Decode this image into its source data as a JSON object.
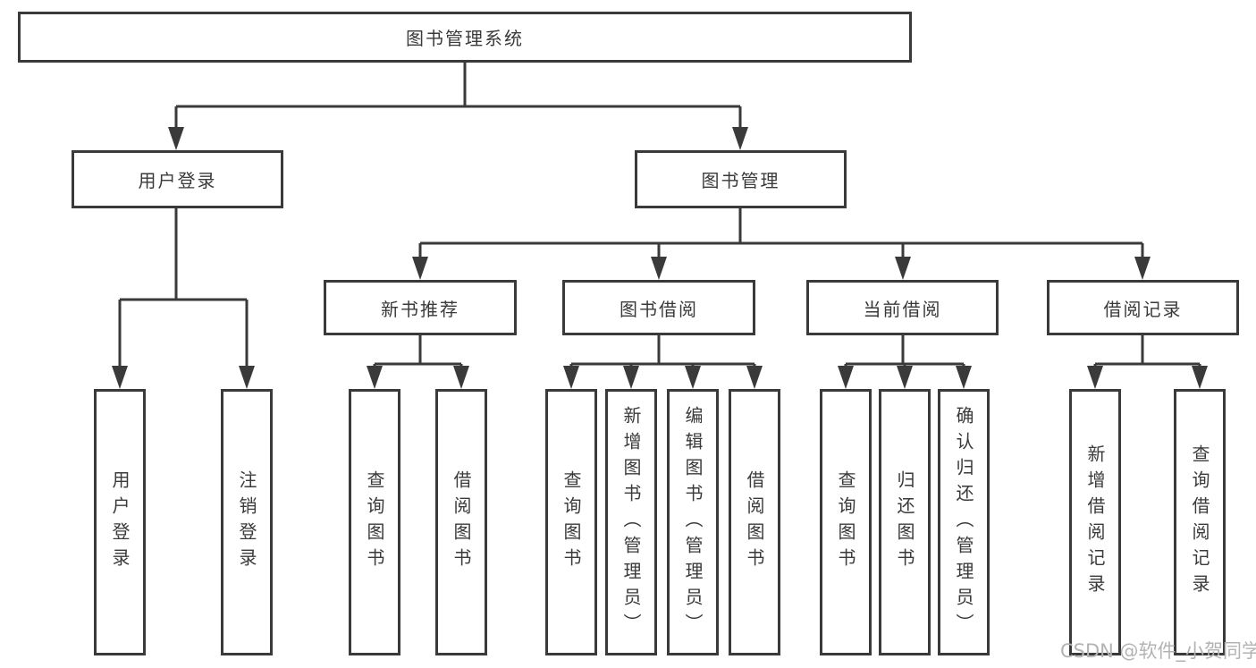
{
  "tree": {
    "label": "图书管理系统",
    "children": [
      {
        "label": "用户登录",
        "children": [
          {
            "label": "用户登录"
          },
          {
            "label": "注销登录"
          }
        ]
      },
      {
        "label": "图书管理",
        "children": [
          {
            "label": "新书推荐",
            "children": [
              {
                "label": "查询图书"
              },
              {
                "label": "借阅图书"
              }
            ]
          },
          {
            "label": "图书借阅",
            "children": [
              {
                "label": "查询图书"
              },
              {
                "label": "新增图书（管理员）"
              },
              {
                "label": "编辑图书（管理员）"
              },
              {
                "label": "借阅图书"
              }
            ]
          },
          {
            "label": "当前借阅",
            "children": [
              {
                "label": "查询图书"
              },
              {
                "label": "归还图书"
              },
              {
                "label": "确认归还（管理员）"
              }
            ]
          },
          {
            "label": "借阅记录",
            "children": [
              {
                "label": "新增借阅记录"
              },
              {
                "label": "查询借阅记录"
              }
            ]
          }
        ]
      }
    ]
  },
  "watermark": "CSDN @软件_小贺同学",
  "colors": {
    "line": "#3a3a3a",
    "text": "#3a3a3a",
    "background": "#ffffff",
    "watermark": "#b3b3b3"
  }
}
